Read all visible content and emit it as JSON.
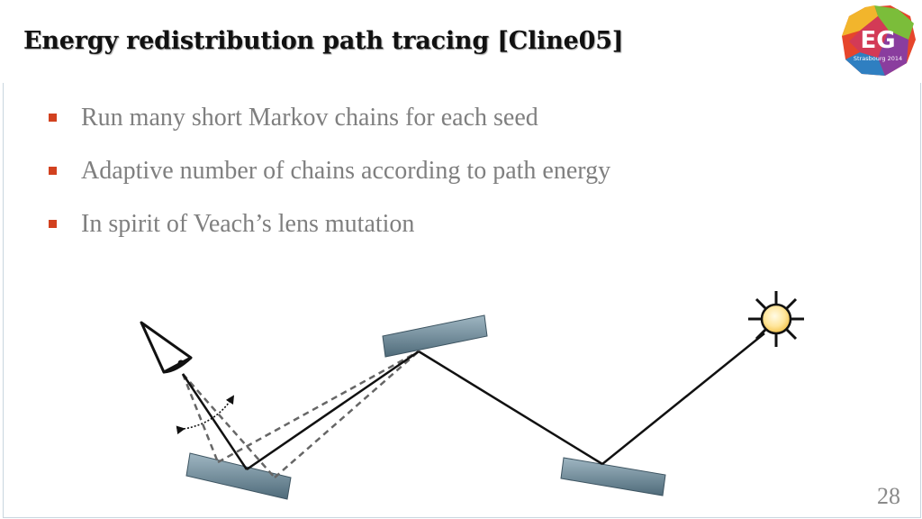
{
  "slide": {
    "title": "Energy redistribution path tracing [Cline05]",
    "bullets": [
      "Run many short Markov chains for each seed",
      "Adaptive number of chains according to path energy",
      "In spirit of Veach’s lens mutation"
    ],
    "page_number": "28"
  },
  "logo": {
    "letters": "EG",
    "caption": "Strasbourg 2014"
  },
  "colors": {
    "bullet": "#d2411f",
    "bullet_text": "#7f7f7f",
    "surface_fill": "#6e8a99",
    "frame_border": "#c9d6df"
  },
  "icons": {
    "camera": "eye-camera-icon",
    "light": "sun-light-icon"
  }
}
